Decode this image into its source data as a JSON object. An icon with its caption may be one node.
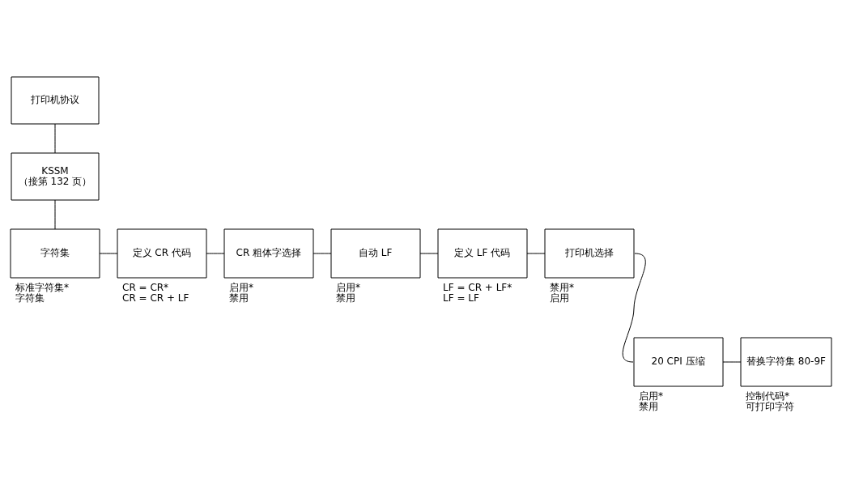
{
  "diagram": {
    "nodes": [
      {
        "text": [
          "打印机协议"
        ]
      },
      {
        "text": [
          "KSSM",
          "（接第 132 页）"
        ]
      },
      {
        "text": [
          "字符集"
        ],
        "beside": [
          "标准字符集*",
          "字符集"
        ]
      },
      {
        "text": [
          "定义 CR 代码"
        ],
        "beside": [
          "CR = CR*",
          "CR = CR + LF"
        ]
      },
      {
        "text": [
          "CR 粗体字选择"
        ],
        "beside": [
          "启用*",
          "禁用"
        ]
      },
      {
        "text": [
          "自动 LF"
        ],
        "beside": [
          "启用*",
          "禁用"
        ]
      },
      {
        "text": [
          "定义 LF 代码"
        ],
        "beside": [
          "LF = CR + LF*",
          "LF = LF"
        ]
      },
      {
        "text": [
          "打印机选择"
        ],
        "beside": [
          "禁用*",
          "启用"
        ]
      },
      {
        "text": [
          "20 CPI 压缩"
        ],
        "beside": [
          "启用*",
          "禁用"
        ]
      },
      {
        "text": [
          "替换字符集 80-9F"
        ],
        "beside": [
          "控制代码*",
          "可打印字符"
        ]
      }
    ],
    "edges": [
      {
        "from": 0,
        "to": 1,
        "arrow": "none"
      },
      {
        "from": 1,
        "to": 2,
        "arrow": "none"
      },
      {
        "from": 2,
        "to": 3,
        "arrow": "none"
      },
      {
        "from": 3,
        "to": 4,
        "arrow": "none"
      },
      {
        "from": 4,
        "to": 5,
        "arrow": "none"
      },
      {
        "from": 5,
        "to": 6,
        "arrow": "none"
      },
      {
        "from": 6,
        "to": 7,
        "arrow": "none"
      },
      {
        "from": 7,
        "to": 8,
        "arrow": "none"
      },
      {
        "from": 8,
        "to": 9,
        "arrow": "none"
      }
    ]
  }
}
